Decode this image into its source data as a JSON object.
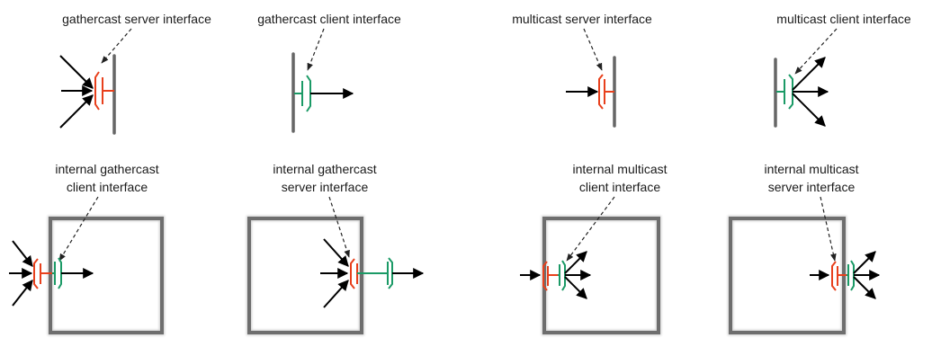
{
  "labels": {
    "gathercast_server": "gathercast server interface",
    "gathercast_client": "gathercast client interface",
    "multicast_server": "multicast server interface",
    "multicast_client": "multicast client interface",
    "internal_gathercast_client": [
      "internal gathercast",
      "client interface"
    ],
    "internal_gathercast_server": [
      "internal gathercast",
      "server interface"
    ],
    "internal_multicast_client": [
      "internal multicast",
      "client interface"
    ],
    "internal_multicast_server": [
      "internal multicast",
      "server interface"
    ]
  },
  "colors": {
    "server_interface": "#e8401c",
    "client_interface": "#1b9a66",
    "arrow": "#000000",
    "box": "#6e6e6e"
  }
}
